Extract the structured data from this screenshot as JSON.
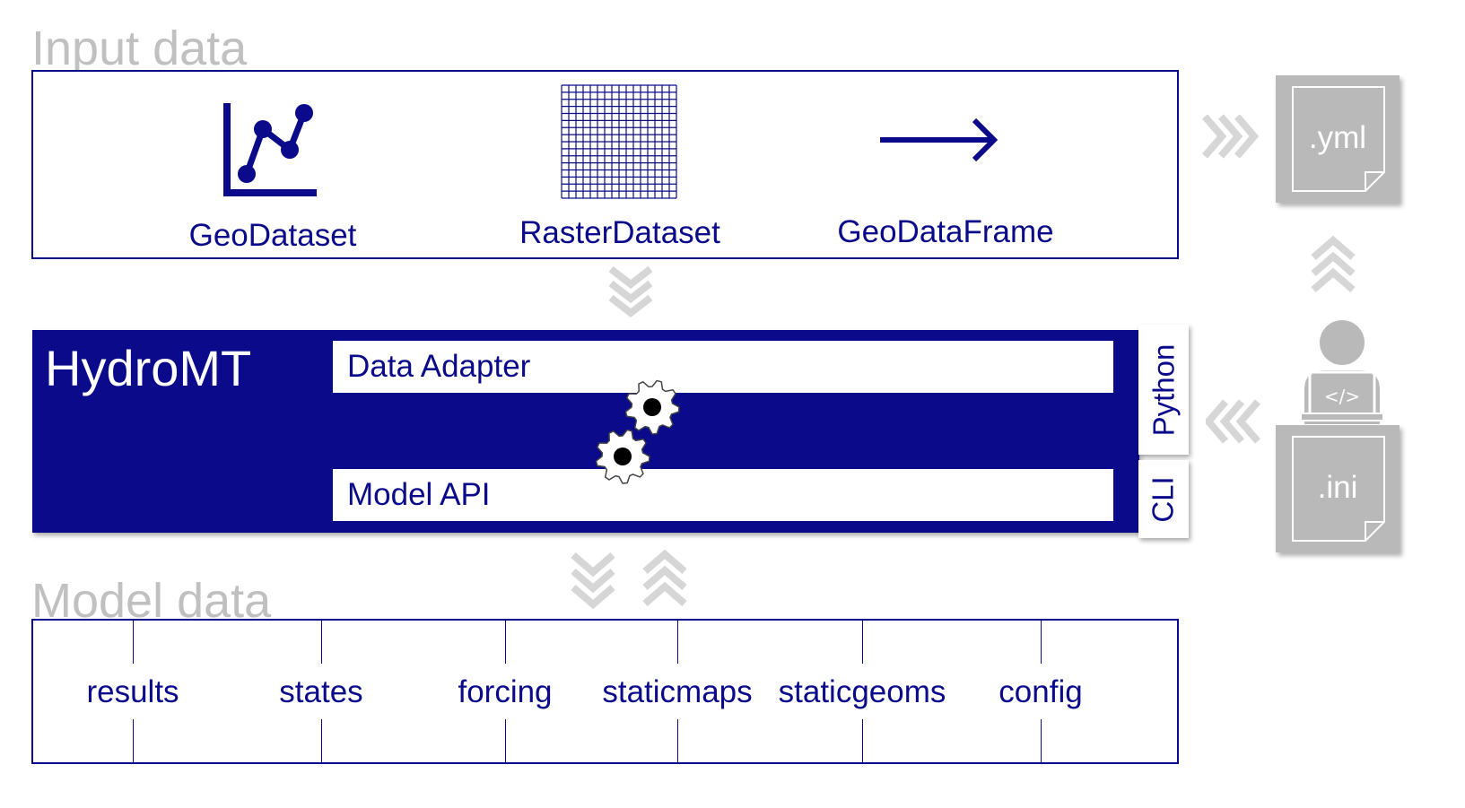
{
  "input_section": {
    "title": "Input data",
    "items": [
      {
        "label": "GeoDataset",
        "icon": "line-chart-icon"
      },
      {
        "label": "RasterDataset",
        "icon": "grid-icon"
      },
      {
        "label": "GeoDataFrame",
        "icon": "arrow-right-icon"
      }
    ]
  },
  "hydromt": {
    "title": "HydroMT",
    "data_adapter": "Data Adapter",
    "model_api": "Model API",
    "python_tab": "Python",
    "cli_tab": "CLI"
  },
  "model_section": {
    "title": "Model data",
    "items": [
      "results",
      "states",
      "forcing",
      "staticmaps",
      "staticgeoms",
      "config"
    ]
  },
  "files": {
    "yml": ".yml",
    "ini": ".ini"
  },
  "colors": {
    "navy": "#0a0a8a",
    "gray_text": "#c0c0c0",
    "file_gray": "#b9b9b9",
    "chevron_gray": "#d6d6d6"
  }
}
